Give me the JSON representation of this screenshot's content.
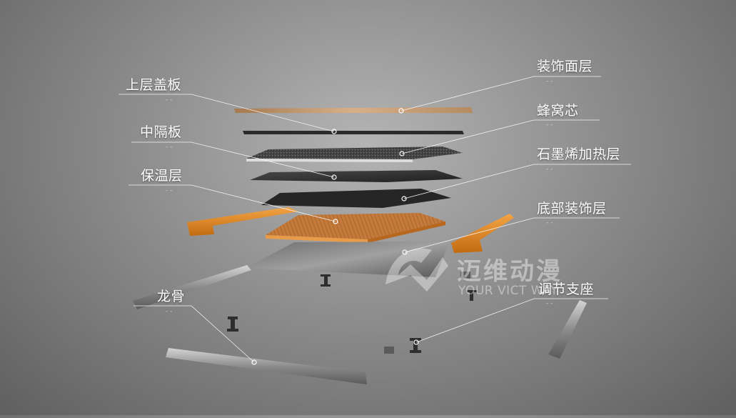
{
  "diagram": {
    "labels_left": [
      {
        "id": "top-cover",
        "text": "上层盖板"
      },
      {
        "id": "middle-board",
        "text": "中隔板"
      },
      {
        "id": "insulation",
        "text": "保温层"
      },
      {
        "id": "keel",
        "text": "龙骨"
      }
    ],
    "labels_right": [
      {
        "id": "decor-surface",
        "text": "装饰面层"
      },
      {
        "id": "honeycomb",
        "text": "蜂窝芯"
      },
      {
        "id": "graphene-heating",
        "text": "石墨烯加热层"
      },
      {
        "id": "bottom-decor",
        "text": "底部装饰层"
      },
      {
        "id": "support",
        "text": "调节支座"
      }
    ],
    "sub_marker": "- -"
  },
  "watermark": {
    "cn": "迈维动漫",
    "en": "YOUR VICT      WAY"
  },
  "colors": {
    "leader_line": "#f2f2f2",
    "wood": "#c8813a",
    "orange_rail": "#e0891c",
    "dark_panel": "#2a2a2a"
  }
}
